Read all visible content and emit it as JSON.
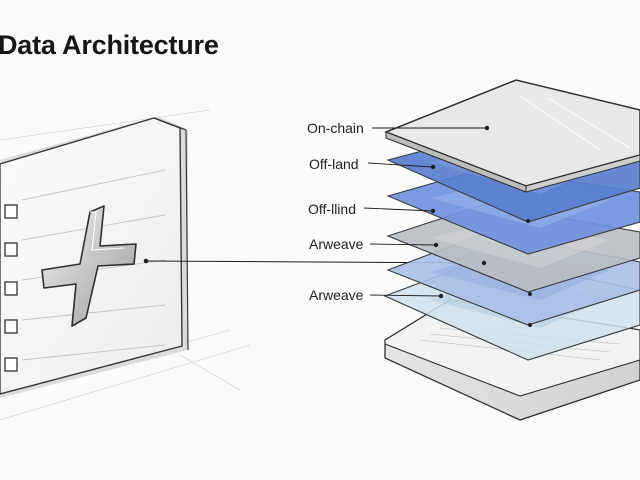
{
  "title": "Data Architecture",
  "layers": [
    {
      "label": "On-chain",
      "color": "#e8e8e6"
    },
    {
      "label": "Off-land",
      "color": "#5a7fcf"
    },
    {
      "label": "Off-llind",
      "color": "#6f93e0"
    },
    {
      "label": "Arweave",
      "color": "#b9bcc2"
    },
    {
      "label": "Arweave",
      "color": "#a9c0e6"
    }
  ],
  "icons": {
    "document": "document-checklist-icon",
    "plus": "plus-icon",
    "stack": "layer-stack-icon"
  }
}
